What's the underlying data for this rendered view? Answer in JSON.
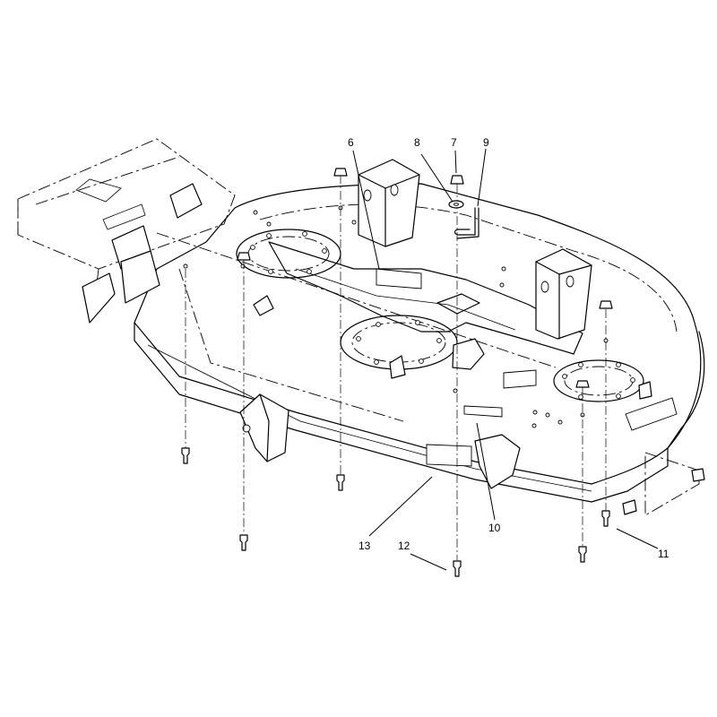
{
  "callouts": {
    "c6": "6",
    "c7": "7",
    "c8": "8",
    "c9": "9",
    "c10": "10",
    "c11": "11",
    "c12": "12",
    "c13": "13"
  }
}
